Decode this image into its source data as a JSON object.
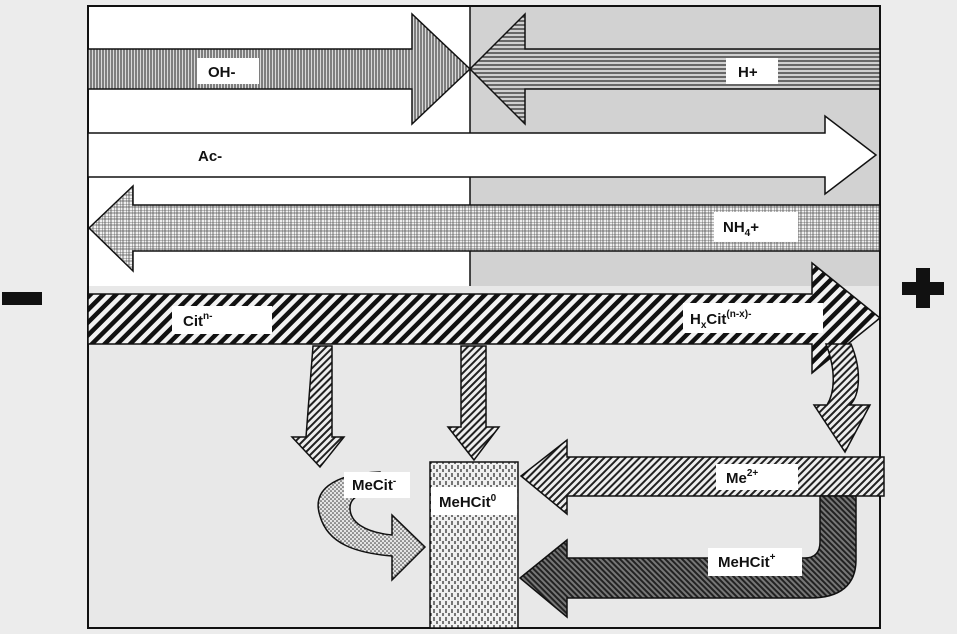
{
  "title": "",
  "colors": {
    "page_background": "#ececec",
    "left_compartment": "#ffffff",
    "right_compartment": "#d2d2d2",
    "lower_panel": "#e8e8e8",
    "outline": "#111111"
  },
  "poles": {
    "negative": "-",
    "positive": "+"
  },
  "labels": {
    "oh": "OH-",
    "h": "H+",
    "ac": "Ac-",
    "nh4_main": "NH",
    "nh4_sub": "4",
    "nh4_tail": "+",
    "cit_main": "Cit",
    "cit_sup": "n-",
    "hxcit_h": "H",
    "hxcit_sub": "x",
    "hxcit_cit": "Cit",
    "hxcit_sup": "(n-x)-",
    "mecit_main": "MeCit",
    "mecit_sup": "-",
    "mehcit0_main": "MeHCit",
    "mehcit0_sup": "0",
    "me_main": "Me",
    "me_sup": "2+",
    "mehcit_plus_main": "MeHCit",
    "mehcit_plus_sup": "+"
  },
  "icons": {
    "negative_pole": "minus-sign-icon",
    "positive_pole": "plus-sign-icon"
  }
}
